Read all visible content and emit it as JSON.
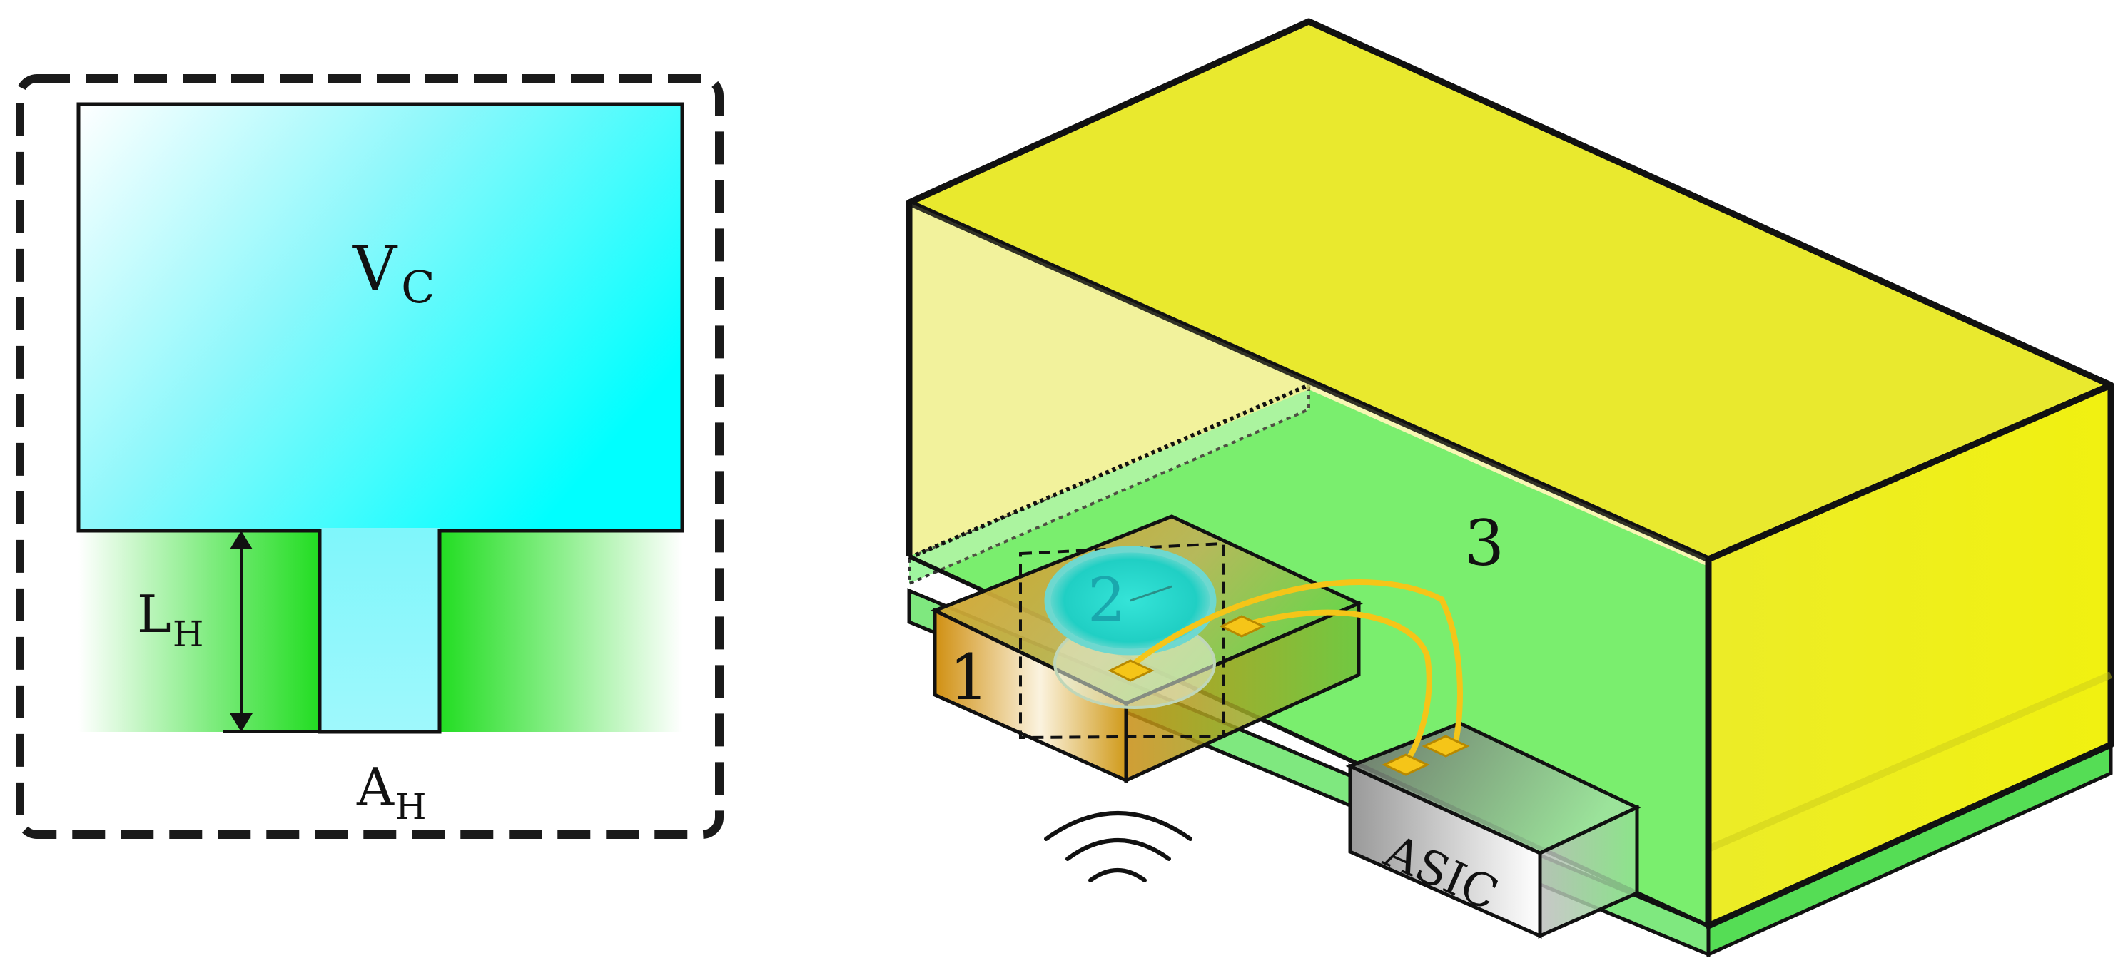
{
  "helmholtz_panel": {
    "cavity_label": {
      "main": "V",
      "sub": "C"
    },
    "neck_length_label": {
      "main": "L",
      "sub": "H"
    },
    "neck_area_label": {
      "main": "A",
      "sub": "H"
    }
  },
  "package_panel": {
    "mems_label": "1",
    "membrane_label": "2",
    "back_volume_label": "3",
    "asic_label": "ASIC"
  },
  "colors": {
    "cavity_light": "#ffffff",
    "cavity_cyan": "#00ffff",
    "substrate_green": "#33dd33",
    "lid_yellow": "#e9e92e",
    "lid_side_light": "#f2f294",
    "lid_front": "#eded1a",
    "floor_green": "#66ee66",
    "mems_orange": "#d69a14",
    "membrane_cyan": "#2ad6c8",
    "wire_gold": "#f5c518",
    "asic_grey": "#8a8a8a"
  }
}
